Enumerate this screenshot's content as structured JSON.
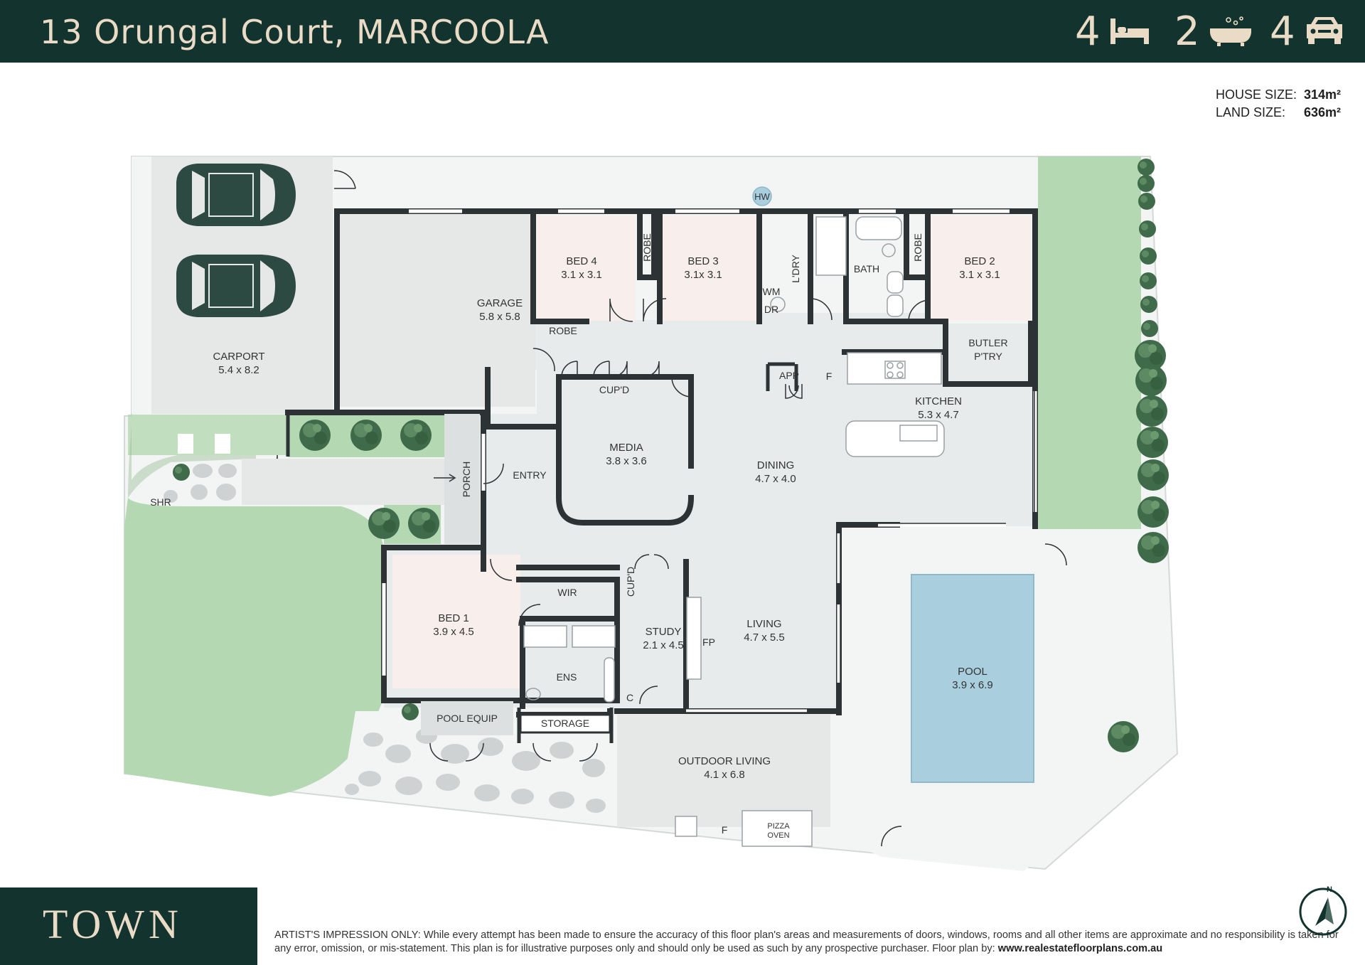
{
  "header": {
    "address": "13 Orungal Court, MARCOOLA",
    "beds": "4",
    "baths": "2",
    "cars": "4",
    "bed_icon": "bed-icon",
    "bath_icon": "bathtub-icon",
    "car_icon": "car-icon",
    "bg_color": "#13342e",
    "text_color": "#eadbc6"
  },
  "sizes": {
    "house_label": "HOUSE SIZE:",
    "house_value": "314m²",
    "land_label": "LAND SIZE:",
    "land_value": "636m²"
  },
  "rooms": {
    "carport": {
      "name": "CARPORT",
      "size": "5.4 x 8.2"
    },
    "garage": {
      "name": "GARAGE",
      "size": "5.8 x 5.8"
    },
    "bed4": {
      "name": "BED 4",
      "size": "3.1 x 3.1"
    },
    "bed3": {
      "name": "BED 3",
      "size": "3.1x 3.1"
    },
    "bed2": {
      "name": "BED 2",
      "size": "3.1 x 3.1"
    },
    "bed1": {
      "name": "BED 1",
      "size": "3.9 x 4.5"
    },
    "media": {
      "name": "MEDIA",
      "size": "3.8 x 3.6"
    },
    "dining": {
      "name": "DINING",
      "size": "4.7 x 4.0"
    },
    "kitchen": {
      "name": "KITCHEN",
      "size": "5.3 x 4.7"
    },
    "living": {
      "name": "LIVING",
      "size": "4.7 x 5.5"
    },
    "study": {
      "name": "STUDY",
      "size": "2.1 x 4.5"
    },
    "outdoor": {
      "name": "OUTDOOR LIVING",
      "size": "4.1 x 6.8"
    },
    "pool": {
      "name": "POOL",
      "size": "3.9 x 6.9"
    }
  },
  "labels": {
    "robe": "ROBE",
    "hw": "HW",
    "wm": "WM",
    "dr": "DR",
    "ldry": "L'DRY",
    "bath": "BATH",
    "butler_1": "BUTLER",
    "butler_2": "P'TRY",
    "cupd": "CUP'D",
    "app": "APP",
    "fridge": "F",
    "entry": "ENTRY",
    "porch": "PORCH",
    "shr": "SHR",
    "wir": "WIR",
    "ens": "ENS",
    "fp": "FP",
    "c": "C",
    "pool_equip": "POOL EQUIP",
    "storage": "STORAGE",
    "pizza_1": "PIZZA",
    "pizza_2": "OVEN"
  },
  "footer": {
    "logo": "TOWN",
    "disclaimer": "ARTIST'S IMPRESSION ONLY: While every attempt has been made to ensure the accuracy of this floor plan's areas and measurements of doors, windows, rooms and all other items are approximate and no responsibility is taken for any error, omission, or mis-statement. This plan is for illustrative purposes only and should only be used as such by any prospective purchaser. Floor plan by:",
    "website": "www.realestatefloorplans.com.au",
    "compass_label": "N",
    "compass_icon": "north-compass-icon"
  },
  "colors": {
    "wall": "#2d3235",
    "floor": "#e8ebec",
    "bedroom": "#f8efec",
    "lawn": "#b4d9b2",
    "pool": "#a9cfdf",
    "shrub": "#3f6b4a",
    "car": "#2c4a42"
  }
}
